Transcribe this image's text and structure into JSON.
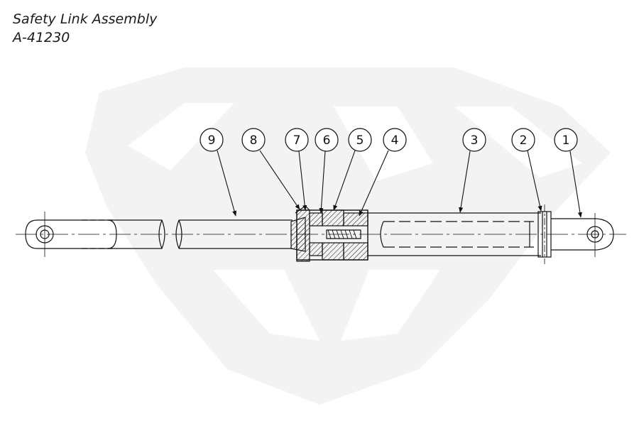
{
  "title": "Safety Link Assembly",
  "part_number": "A-41230",
  "callouts": [
    "9",
    "8",
    "7",
    "6",
    "5",
    "4",
    "3",
    "2",
    "1"
  ],
  "colors": {
    "line": "#111111",
    "watermark": "#f3f3f3"
  }
}
